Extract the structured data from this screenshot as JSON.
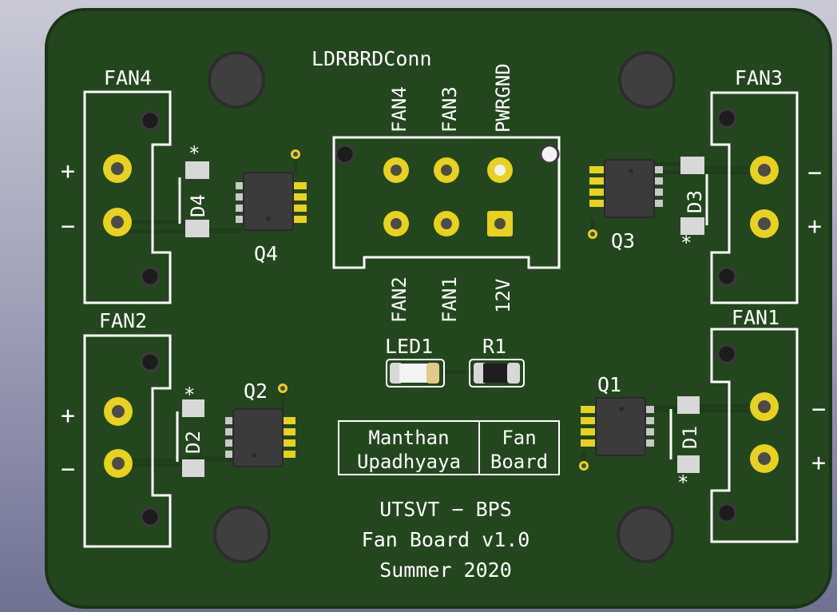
{
  "board": {
    "colors": {
      "background_top": "#c9cad6",
      "background_bottom": "#6f7194",
      "soldermask": "#24461f",
      "soldermask_edge": "#1b3418",
      "copper_trace": "#1f3d1b",
      "silkscreen": "#ffffff",
      "pad_gold": "#e6d21f",
      "smd_pad_silver": "#d8d8d8",
      "chip_body": "#3b3b3b",
      "drill_hole": "#4b4b4b"
    },
    "icons": {
      "mounting_hole": "mounting-hole-icon",
      "through_hole_pad": "tht-pad-icon",
      "smd_pad": "smd-pad-icon",
      "ic_package": "so8-package-icon"
    }
  },
  "labels": {
    "fan4": "FAN4",
    "fan3": "FAN3",
    "fan2": "FAN2",
    "fan1": "FAN1",
    "conn": "LDRBRDConn",
    "pin_fan4": "FAN4",
    "pin_fan3": "FAN3",
    "pin_pwrgnd": "PWRGND",
    "pin_fan2": "FAN2",
    "pin_fan1": "FAN1",
    "pin_12v": "12V",
    "q1": "Q1",
    "q2": "Q2",
    "q3": "Q3",
    "q4": "Q4",
    "d1": "D1",
    "d2": "D2",
    "d3": "D3",
    "d4": "D4",
    "led1": "LED1",
    "r1": "R1",
    "plus": "+",
    "minus": "−",
    "star": "*",
    "author_first": "Manthan",
    "author_last": "Upadhyaya",
    "title_word1": "Fan",
    "title_word2": "Board",
    "footer_line1": "UTSVT − BPS",
    "footer_line2": "Fan Board v1.0",
    "footer_line3": "Summer 2020"
  }
}
